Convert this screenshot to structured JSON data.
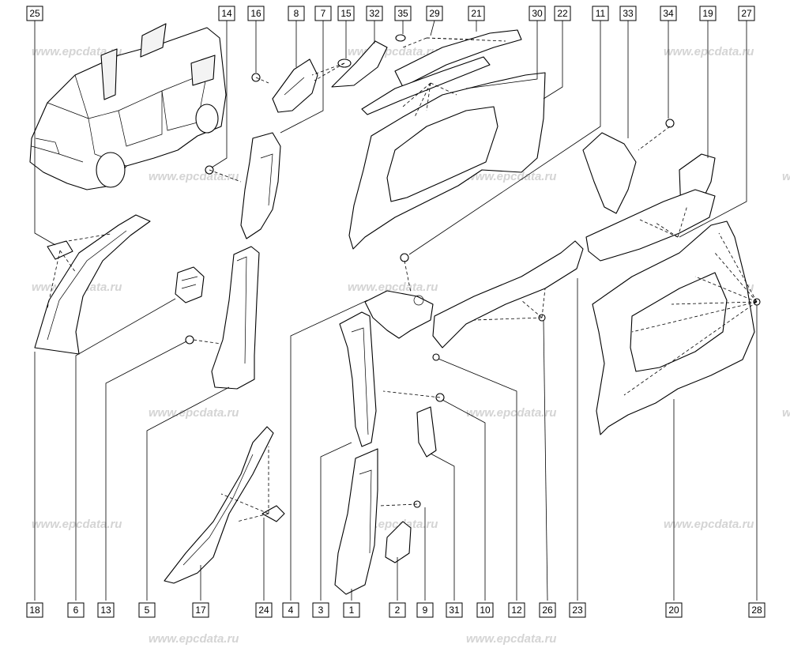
{
  "watermark": "www.epcdata.ru",
  "callouts_top": [
    "25",
    "14",
    "16",
    "8",
    "7",
    "15",
    "32",
    "35",
    "29",
    "21",
    "30",
    "22",
    "11",
    "33",
    "34",
    "19",
    "27"
  ],
  "callouts_bottom": [
    "18",
    "6",
    "13",
    "5",
    "17",
    "24",
    "4",
    "3",
    "1",
    "2",
    "9",
    "31",
    "10",
    "12",
    "26",
    "23",
    "20",
    "28"
  ]
}
